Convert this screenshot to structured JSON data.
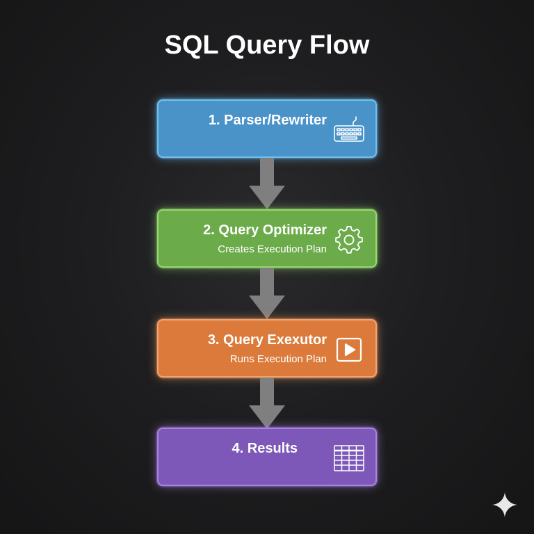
{
  "title": "SQL Query Flow",
  "steps": [
    {
      "title": "1. Parser/Rewriter",
      "subtitle": "",
      "icon": "keyboard-icon",
      "color": "#4a93c9",
      "border": "#6fc0f2"
    },
    {
      "title": "2. Query Optimizer",
      "subtitle": "Creates Execution Plan",
      "icon": "gear-icon",
      "color": "#6bab4a",
      "border": "#96d86f"
    },
    {
      "title": "3. Query Exexutor",
      "subtitle": "Runs Execution Plan",
      "icon": "play-icon",
      "color": "#db7a3a",
      "border": "#f5a36a"
    },
    {
      "title": "4. Results",
      "subtitle": "",
      "icon": "table-grid-icon",
      "color": "#7d58b8",
      "border": "#a883e3"
    }
  ],
  "arrow_color": "#7f7f7f",
  "background_color": "#1e1e20",
  "watermark_icon": "sparkle-icon"
}
